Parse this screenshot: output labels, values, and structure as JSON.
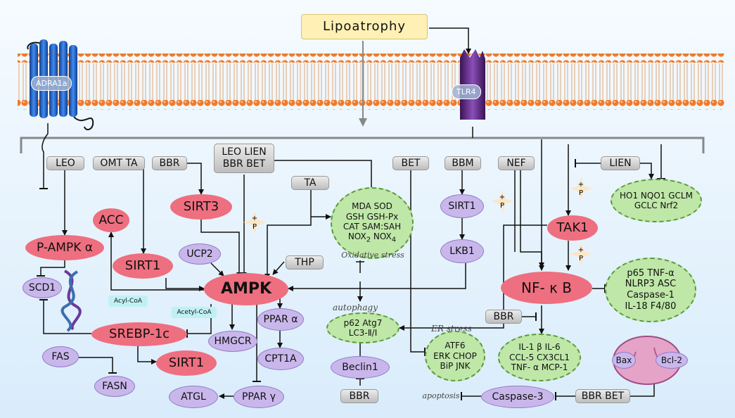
{
  "title": "Lipoatrophy",
  "receptors": {
    "adra1a": "ADRA1a",
    "tlr4": "TLR4"
  },
  "gray_boxes": {
    "leo": "LEO",
    "omt_ta": "OMT TA",
    "bbr_top": "BBR",
    "leo_lien_line1": "LEO LIEN",
    "leo_lien_line2": "BBR BET",
    "ta": "TA",
    "bet": "BET",
    "bbm": "BBM",
    "nef": "NEF",
    "lien": "LIEN",
    "thp": "THP",
    "bbr_nfkb": "BBR",
    "bbr_beclin": "BBR",
    "bbr_bet": "BBR BET"
  },
  "red_nodes": {
    "acc": "ACC",
    "p_ampk": "P-AMPK α",
    "sirt3": "SIRT3",
    "sirt1_left": "SIRT1",
    "ampk": "AMPK",
    "srebp": "SREBP-1c",
    "sirt1_bottom": "SIRT1",
    "tak1": "TAK1",
    "nfkb": "NF- κ B"
  },
  "purple_nodes": {
    "ucp2": "UCP2",
    "scd1": "SCD1",
    "fas": "FAS",
    "fasn": "FASN",
    "hmgcr": "HMGCR",
    "ppara": "PPAR α",
    "cpt1a": "CPT1A",
    "pparg": "PPAR γ",
    "atgl": "ATGL",
    "sirt1_mid": "SIRT1",
    "lkb1": "LKB1",
    "beclin1": "Beclin1",
    "caspase3": "Caspase-3",
    "bax": "Bax",
    "bcl2": "Bcl-2"
  },
  "cyan_labels": {
    "acyl": "Acyl-CoA",
    "acetyl": "Acetyl-CoA"
  },
  "green_groups": {
    "oxidative": [
      "MDA SOD",
      "GSH GSH-Px",
      "CAT SAM:SAH"
    ],
    "oxidative_nox": "NOX",
    "oxidative_sub2": "2",
    "oxidative_nox4": "NOX",
    "oxidative_sub4": "4",
    "oxidative_caption": "Oxidative stress",
    "ho1": [
      "HO1 NQO1 GCLM",
      "GCLC Nrf2"
    ],
    "p65": [
      "p65 TNF-α",
      "NLRP3 ASC",
      "Caspase-1",
      "IL-18 F4/80"
    ],
    "autophagy": [
      "p62 Atg7",
      "LC3-Ⅱ/Ⅰ"
    ],
    "autophagy_caption": "autophagy",
    "er": [
      "ATF6",
      "ERK CHOP",
      "BiP JNK"
    ],
    "er_caption": "ER stress",
    "il": [
      "IL-1 β  IL-6",
      "CCL-5 CX3CL1",
      "TNF- α  MCP-1"
    ]
  },
  "apoptosis": "apoptosis",
  "phospho": {
    "plus": "+",
    "p": "P"
  }
}
